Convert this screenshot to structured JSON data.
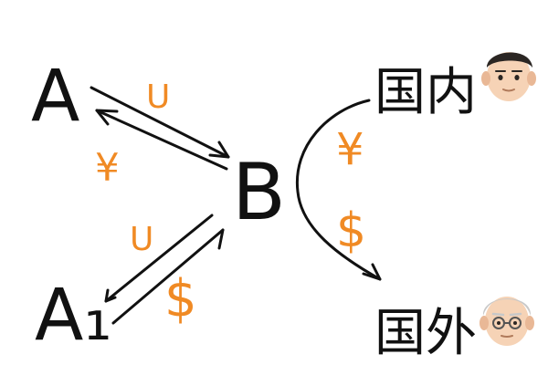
{
  "colors": {
    "ink": "#111111",
    "money": "#F08A24",
    "skin": "#F6D3B6",
    "skin_shade": "#E9B896",
    "hair_dark": "#2B2623",
    "hair_gray": "#C8C8C8",
    "glasses": "#555555"
  },
  "nodes": {
    "a": "A",
    "a1": "A₁",
    "b": "B",
    "domestic": "国内",
    "foreign": "国外"
  },
  "currency": {
    "usd_short": "U",
    "rmb": "¥",
    "dollar": "$"
  },
  "icons": {
    "young_person": "young-man-emoji",
    "old_person": "old-man-emoji"
  }
}
